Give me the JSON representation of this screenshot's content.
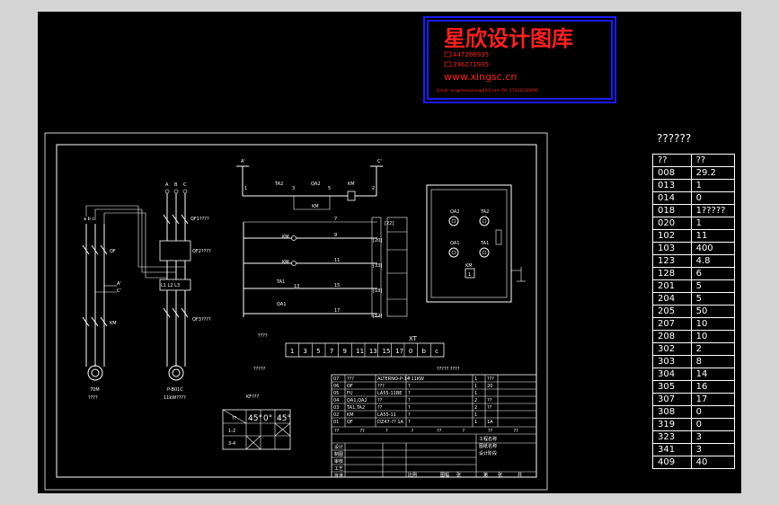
{
  "logo": {
    "title": "星欣设计图库",
    "qq1": "447266935",
    "qq2": "396271935",
    "url": "www.xingsc.cn",
    "email": "Email: xingsheeunsu@163.com  Tel: 15110145690"
  },
  "param_table": {
    "title": "??????",
    "header": [
      "??",
      "??"
    ],
    "rows": [
      [
        "008",
        "29.2"
      ],
      [
        "013",
        "1"
      ],
      [
        "014",
        "0"
      ],
      [
        "018",
        "1?????"
      ],
      [
        "020",
        "1"
      ],
      [
        "102",
        "11"
      ],
      [
        "103",
        "400"
      ],
      [
        "123",
        "4.8"
      ],
      [
        "128",
        "6"
      ],
      [
        "201",
        "5"
      ],
      [
        "204",
        "5"
      ],
      [
        "205",
        "50"
      ],
      [
        "207",
        "10"
      ],
      [
        "208",
        "10"
      ],
      [
        "302",
        "2"
      ],
      [
        "303",
        "8"
      ],
      [
        "304",
        "14"
      ],
      [
        "305",
        "16"
      ],
      [
        "307",
        "17"
      ],
      [
        "308",
        "0"
      ],
      [
        "319",
        "0"
      ],
      [
        "323",
        "3"
      ],
      [
        "341",
        "3"
      ],
      [
        "409",
        "40"
      ]
    ]
  },
  "schematic": {
    "power_labels": [
      "A",
      "B",
      "C"
    ],
    "qf1": "QF1????",
    "qf2": "QF2????",
    "qf3": "QF3????",
    "qf": "QF",
    "km": "KM",
    "a_prime": "A'",
    "c_prime": "C'",
    "motor_left": "70M",
    "motor_left_sub": "????",
    "motor_right": "P-B01C",
    "motor_right_sub": "11kW????",
    "ctrl_A": "A'",
    "ctrl_C": "C'",
    "node1": "1",
    "node2": "2",
    "node3": "3",
    "node5": "5",
    "ta2": "TA2",
    "qa2": "QA2",
    "km_coil": "KM",
    "km_aux": "KM",
    "wire7": "7",
    "wire9": "9",
    "wire11": "11",
    "wire13": "13",
    "wire15": "15",
    "wire17": "17",
    "km_contact1": "KM",
    "km_contact2": "KM",
    "ta1": "TA1",
    "qa1": "QA1",
    "term_labels": [
      "[22]",
      "[20]",
      "[33]",
      "[18]",
      "[12]"
    ],
    "terminal_prefix": "????",
    "terminal_numbers": [
      "1",
      "3",
      "5",
      "7",
      "9",
      "11",
      "13",
      "15",
      "17",
      "0",
      "b",
      "c"
    ],
    "xt_label": "XT",
    "terminal_left": "?????",
    "terminal_right": "????? ????",
    "panel_labels": [
      "QA2",
      "TA2",
      "QA1",
      "TA1",
      "KM",
      "1"
    ],
    "kf_label": "KF???",
    "switch_header": [
      "??",
      "45°",
      "0°",
      "45°"
    ],
    "switch_rows": [
      "1-2",
      "3-4"
    ]
  },
  "bom": {
    "rows": [
      [
        "07",
        "???",
        "ALTERNO-P-14 11KW",
        "?",
        "1",
        "???"
      ],
      [
        "06",
        "OF",
        "???",
        "?",
        "1",
        "20"
      ],
      [
        "05",
        "FU",
        "LA55-11BE",
        "?",
        "1",
        ""
      ],
      [
        "04",
        "QA1,QA2",
        "??",
        "?",
        "2",
        "??"
      ],
      [
        "03",
        "TA1,TA2",
        "??",
        "?",
        "2",
        "??"
      ],
      [
        "02",
        "KM",
        "LA55-11",
        "?",
        "1",
        ""
      ],
      [
        "01",
        "QF",
        "DZ47-?? 1A",
        "?",
        "1",
        "1A"
      ]
    ],
    "header": [
      "??",
      "??",
      "?",
      "?",
      "??",
      "?",
      "??",
      "??"
    ],
    "title_labels": [
      "设计",
      "制图",
      "审核",
      "工艺",
      "批准"
    ],
    "title_right": [
      "工程名称",
      "图纸名称",
      "设计阶段"
    ],
    "footer": [
      "比例",
      "图幅",
      "张",
      "第",
      "张",
      "共"
    ]
  }
}
